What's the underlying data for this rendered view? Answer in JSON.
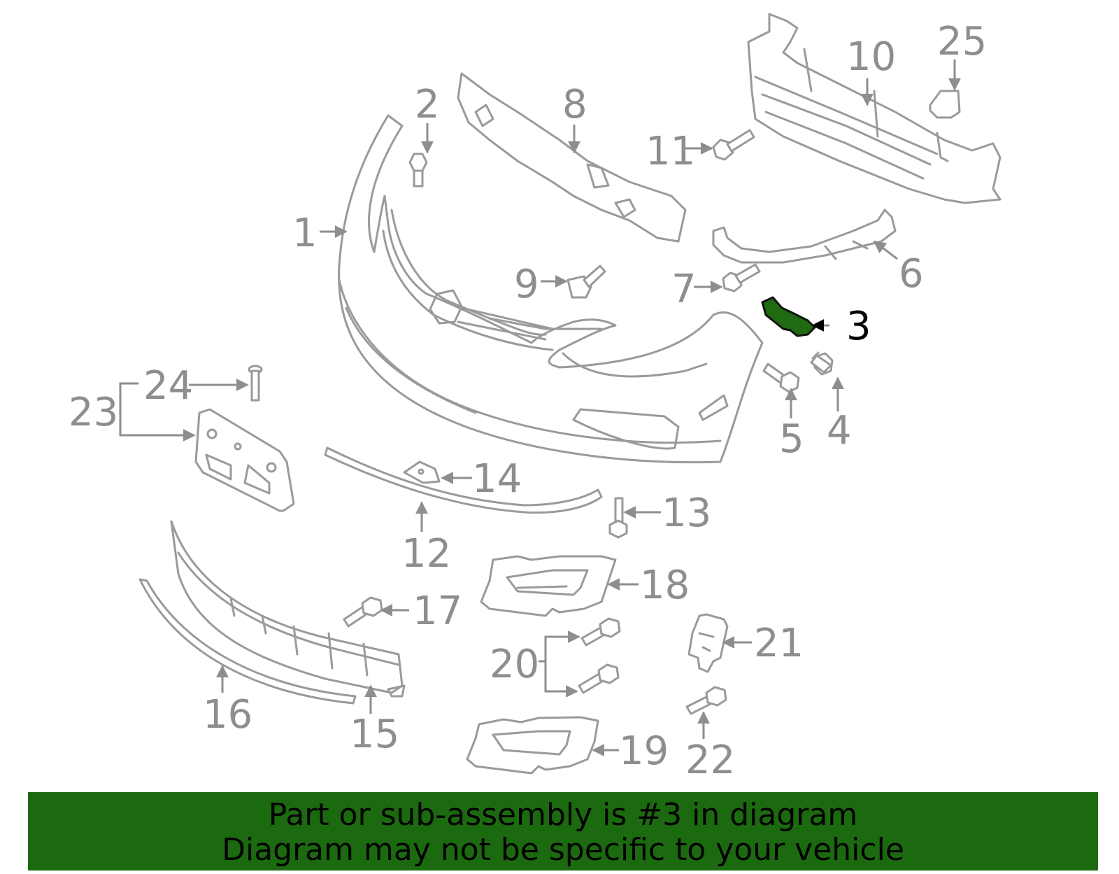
{
  "diagram": {
    "highlighted_part": "3",
    "callouts": [
      "1",
      "2",
      "3",
      "4",
      "5",
      "6",
      "7",
      "8",
      "9",
      "10",
      "11",
      "12",
      "13",
      "14",
      "15",
      "16",
      "17",
      "18",
      "19",
      "20",
      "21",
      "22",
      "23",
      "24",
      "25"
    ]
  },
  "banner": {
    "line1": "Part or sub-assembly is #3 in diagram",
    "line2": "Diagram may not be specific to your vehicle"
  },
  "colors": {
    "banner": "#1c6a0f",
    "highlight": "#1f6b12",
    "linework": "#9a9a9a"
  }
}
